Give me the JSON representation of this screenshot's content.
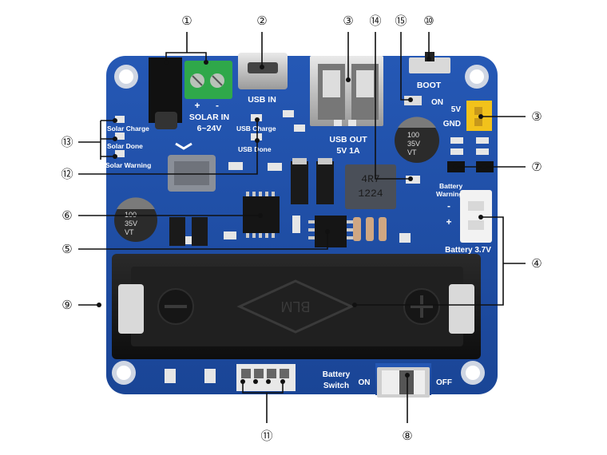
{
  "board_labels": {
    "solar_in": "SOLAR IN",
    "solar_voltage": "6~24V",
    "usb_in": "USB IN",
    "usb_charge": "USB Charge",
    "usb_done": "USB Done",
    "solar_charge": "Solar Charge",
    "solar_done": "Solar Done",
    "solar_warning": "Solar Warning",
    "usb_out": "USB OUT",
    "usb_out_rating": "5V 1A",
    "boot": "BOOT",
    "on_small": "ON",
    "v5": "5V",
    "gnd": "GND",
    "battery_warning_1": "Battery",
    "battery_warning_2": "Warning",
    "minus": "-",
    "plus": "+",
    "battery_voltage": "Battery 3.7V",
    "battery_switch_1": "Battery",
    "battery_switch_2": "Switch",
    "on": "ON",
    "off": "OFF",
    "holder_logo": "BLM",
    "cap_left_1": "100",
    "cap_left_2": "35V",
    "cap_left_3": "VT",
    "cap_right_1": "100",
    "cap_right_2": "35V",
    "cap_right_3": "VT",
    "inductor_1": "4R7",
    "inductor_2": "1224",
    "pin_plus": "+",
    "pin_minus": "-"
  },
  "callouts": {
    "c1": "①",
    "c2": "②",
    "c3a": "③",
    "c14": "⑭",
    "c15": "⑮",
    "c10": "⑩",
    "c3b": "③",
    "c13": "⑬",
    "c12": "⑫",
    "c7": "⑦",
    "c6": "⑥",
    "c4": "④",
    "c5": "⑤",
    "c9": "⑨",
    "c11": "⑪",
    "c8": "⑧"
  },
  "colors": {
    "pcb": "#1f4fa8",
    "pcb_dark": "#163c85",
    "terminal": "#2fa84a",
    "header_yellow": "#f2c21b",
    "holder": "#1b1b1b"
  }
}
